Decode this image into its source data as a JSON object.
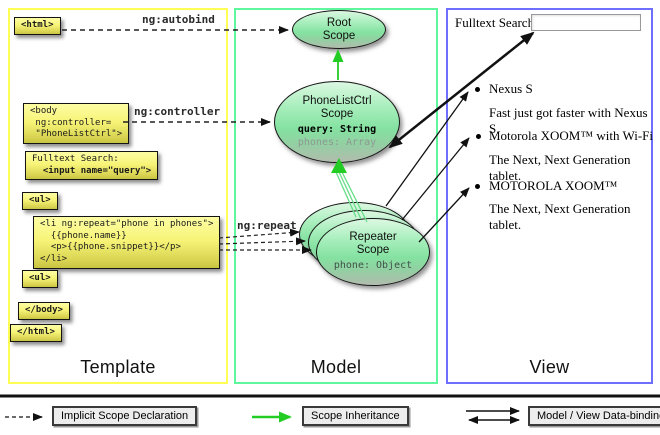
{
  "panels": {
    "template": {
      "title": "Template"
    },
    "model": {
      "title": "Model"
    },
    "view": {
      "title": "View"
    }
  },
  "template": {
    "labels": {
      "autobind": "ng:autobind",
      "controller": "ng:controller",
      "repeat": "ng:repeat"
    },
    "code_boxes": {
      "html_open": "<html>",
      "body_open": "<body\n ng:controller=\n \"PhoneListCtrl\">",
      "fulltext_label": "Fulltext Search:",
      "fulltext_input": "  <input name=\"query\">",
      "ul_open": "<ul>",
      "li_repeat": "<li ng:repeat=\"phone in phones\">\n  {{phone.name}}\n  <p>{{phone.snippet}}</p>\n</li>",
      "ul_close": "<ul>",
      "body_close": "</body>",
      "html_close": "</html>"
    }
  },
  "model": {
    "root_scope": {
      "title": "Root\nScope"
    },
    "phonelist_scope": {
      "title": "PhoneListCtrl\nScope",
      "prop_query": "query: String",
      "prop_phones": "phones: Array"
    },
    "repeater_scope": {
      "title": "Repeater\nScope",
      "prop_phone": "phone: Object"
    }
  },
  "view": {
    "search_label": "Fulltext Search:",
    "search_value": "",
    "items": [
      {
        "title": "Nexus S",
        "snippet": "Fast just got faster with Nexus S."
      },
      {
        "title": "Motorola XOOM™ with Wi-Fi",
        "snippet": "The Next, Next Generation tablet."
      },
      {
        "title": "MOTOROLA XOOM™",
        "snippet": "The Next, Next Generation tablet."
      }
    ]
  },
  "legend": {
    "implicit_scope": "Implicit Scope Declaration",
    "scope_inheritance": "Scope Inheritance",
    "data_binding": "Model / View Data-binding"
  },
  "colors": {
    "template_border": "#ffff55",
    "model_border": "#5ef79e",
    "view_border": "#6f6fff",
    "inheritance_green": "#22cc22",
    "code_box_yellow": "#f7f478",
    "scope_green": "#84e2a1"
  }
}
